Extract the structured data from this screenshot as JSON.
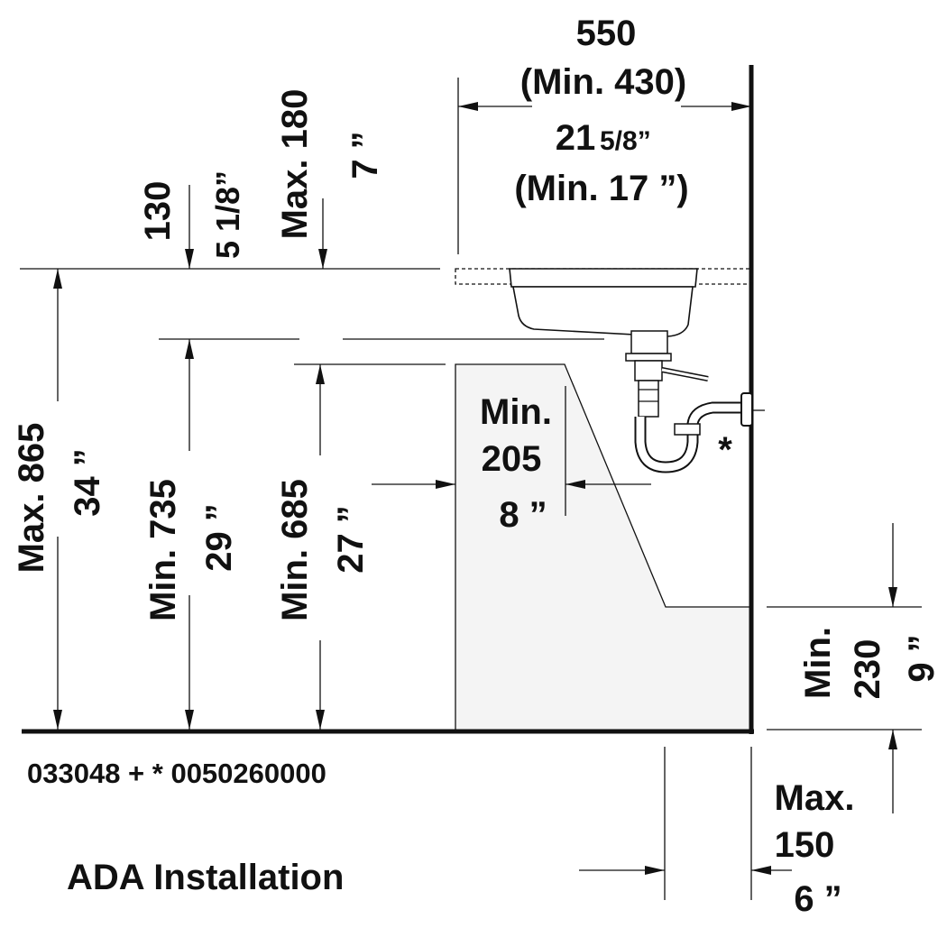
{
  "colors": {
    "ink": "#111111",
    "cabinet_fill": "#f4f4f4",
    "basin_fill": "#ffffff"
  },
  "dimensions": {
    "depth_mm": "550",
    "depth_min_mm": "(Min. 430)",
    "depth_in": "21",
    "depth_in_frac": "5/8”",
    "depth_min_in": "(Min. 17 ”)",
    "rim_thickness_mm": "130",
    "rim_thickness_in": "5 1/8”",
    "max_rim_mm": "Max. 180",
    "max_rim_in": "7 ”",
    "max_height_mm": "Max. 865",
    "max_height_in": "34 ”",
    "knee_height_mm": "Min. 735",
    "knee_height_in": "29 ”",
    "counter_clear_mm": "Min. 685",
    "counter_clear_in": "27 ”",
    "knee_depth_label": "Min.",
    "knee_depth_mm": "205",
    "knee_depth_in": "8 ”",
    "toe_height_label": "Min.",
    "toe_height_mm": "230",
    "toe_height_in": "9 ”",
    "toe_depth_label": "Max.",
    "toe_depth_mm": "150",
    "toe_depth_in": "6 ”",
    "asterisk": "*"
  },
  "footer": {
    "article_numbers": "033048 + * 0050260000",
    "caption": "ADA Installation"
  }
}
